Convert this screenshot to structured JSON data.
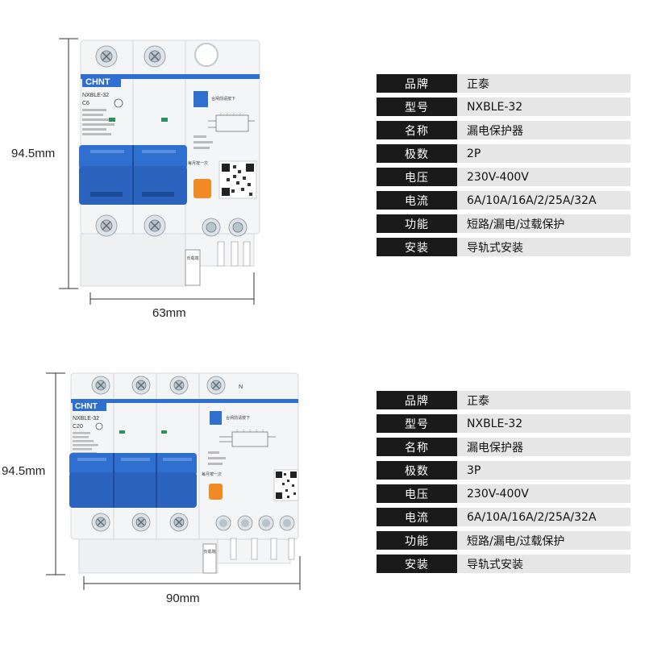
{
  "products": [
    {
      "model_label": "NXBLE-32",
      "rating_label": "C6",
      "brand": "CHNT",
      "height_dim": "94.5mm",
      "width_dim": "63mm",
      "monthly_test": "每月按一次",
      "close_hint": "合闸前请按下",
      "load_side": "负载端",
      "specs": [
        {
          "key": "品牌",
          "value": "正泰"
        },
        {
          "key": "型号",
          "value": "NXBLE-32"
        },
        {
          "key": "名称",
          "value": "漏电保护器"
        },
        {
          "key": "极数",
          "value": "2P"
        },
        {
          "key": "电压",
          "value": "230V-400V"
        },
        {
          "key": "电流",
          "value": "6A/10A/16A/2/25A/32A"
        },
        {
          "key": "功能",
          "value": "短路/漏电/过载保护"
        },
        {
          "key": "安装",
          "value": "导轨式安装"
        }
      ]
    },
    {
      "model_label": "NXBLE-32",
      "rating_label": "C20",
      "brand": "CHNT",
      "neutral_mark": "N",
      "height_dim": "94.5mm",
      "width_dim": "90mm",
      "monthly_test": "每月按一次",
      "close_hint": "合闸前请按下",
      "load_side": "负载端",
      "specs": [
        {
          "key": "品牌",
          "value": "正泰"
        },
        {
          "key": "型号",
          "value": "NXBLE-32"
        },
        {
          "key": "名称",
          "value": "漏电保护器"
        },
        {
          "key": "极数",
          "value": "3P"
        },
        {
          "key": "电压",
          "value": "230V-400V"
        },
        {
          "key": "电流",
          "value": "6A/10A/16A/2/25A/32A"
        },
        {
          "key": "功能",
          "value": "短路/漏电/过载保护"
        },
        {
          "key": "安装",
          "value": "导轨式安装"
        }
      ]
    }
  ],
  "colors": {
    "accent_blue": "#2f6fd0",
    "test_orange": "#f08a24",
    "label_black": "#1a1a1a",
    "value_grey": "#e6e6e6",
    "body_white": "#f4f5f7"
  },
  "icons": [
    "screw-terminal-icon",
    "test-button-icon",
    "reset-button-icon",
    "qr-code-icon",
    "certification-mark-icon"
  ]
}
